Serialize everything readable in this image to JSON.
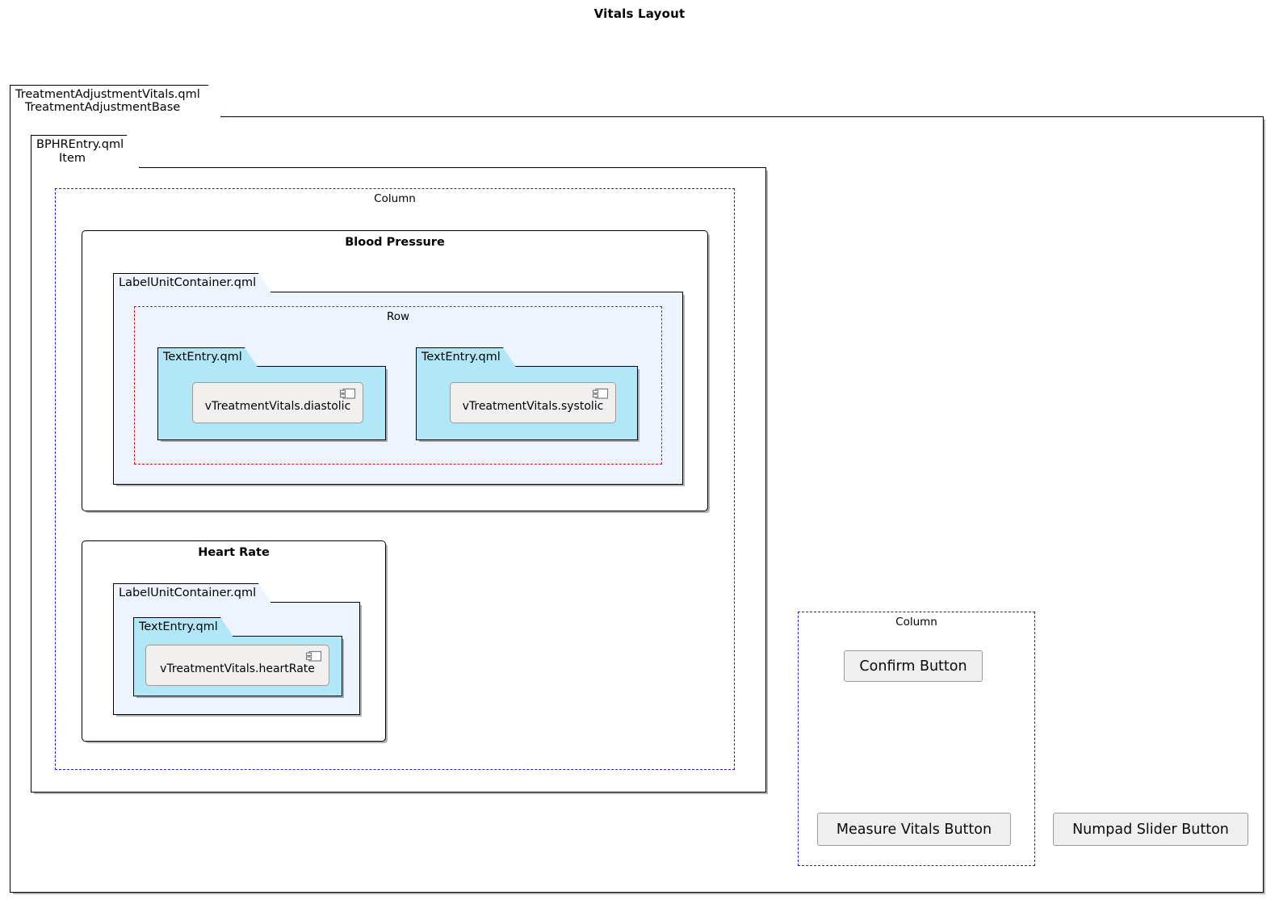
{
  "diagram": {
    "title": "Vitals Layout",
    "type": "component-layout-diagram",
    "colors": {
      "background": "#ffffff",
      "outline": "#000000",
      "package_pale_fill": "#eef4fd",
      "package_cyan_fill": "#b2e7f8",
      "component_fill": "#f2f0ef",
      "column_frame": "#1f1fcf",
      "row_frame": "#dd1111",
      "button_fill": "#efefef"
    }
  },
  "root_package": {
    "file": "TreatmentAdjustmentVitals.qml",
    "type": "TreatmentAdjustmentBase"
  },
  "bphr_package": {
    "file": "BPHREntry.qml",
    "type": "Item"
  },
  "left_column": {
    "label": "Column",
    "groups": [
      {
        "title": "Blood Pressure",
        "container": {
          "file": "LabelUnitContainer.qml"
        },
        "row": {
          "label": "Row",
          "entries": [
            {
              "file": "TextEntry.qml",
              "component": "vTreatmentVitals.diastolic",
              "icon": "component-icon"
            },
            {
              "file": "TextEntry.qml",
              "component": "vTreatmentVitals.systolic",
              "icon": "component-icon"
            }
          ]
        }
      },
      {
        "title": "Heart Rate",
        "container": {
          "file": "LabelUnitContainer.qml"
        },
        "entry": {
          "file": "TextEntry.qml",
          "component": "vTreatmentVitals.heartRate",
          "icon": "component-icon"
        }
      }
    ]
  },
  "right_column": {
    "label": "Column",
    "buttons": [
      {
        "label": "Confirm Button"
      },
      {
        "label": "Measure Vitals Button"
      }
    ]
  },
  "loose_buttons": [
    {
      "label": "Numpad Slider Button"
    }
  ]
}
